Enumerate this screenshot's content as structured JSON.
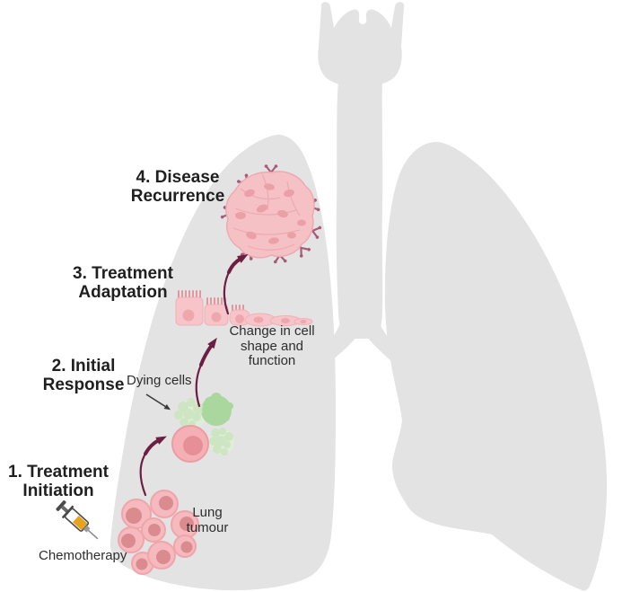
{
  "stages": [
    {
      "line1": "1. Treatment",
      "line2": "Initiation"
    },
    {
      "line1": "2. Initial",
      "line2": "Response"
    },
    {
      "line1": "3. Treatment",
      "line2": "Adaptation"
    },
    {
      "line1": "4. Disease",
      "line2": "Recurrence"
    }
  ],
  "annotations": {
    "chemotherapy": "Chemotherapy",
    "lung_tumour": {
      "line1": "Lung",
      "line2": "tumour"
    },
    "dying_cells": "Dying cells",
    "cell_change": {
      "line1": "Change in cell",
      "line2": "shape and",
      "line3": "function"
    }
  },
  "icons": {
    "syringe": "chemotherapy-syringe-icon",
    "arrows": "curved-progression-arrows",
    "receptors": "y-shaped-receptor-icons"
  },
  "colors": {
    "lung": "#e3e3e3",
    "arrow": "#6d1f42",
    "cell": "#f6b9bd",
    "cell_edge": "#eea6ab",
    "nucleus": "#d98b90",
    "cell2": "#f5b0b5",
    "cell2_nucleus": "#e78f97",
    "green": "#a9d79d",
    "green_light": "#cde5c3",
    "green_pale": "#dfeed6",
    "emt": "#f7c5c9",
    "emt_edge": "#f0b0b6",
    "emt_nucleus": "#eda7ad",
    "villi": "#e2959c",
    "t4": "#f6c1c5",
    "t4_edge": "#ecaab0",
    "t4_nucleus": "#eb9fa6",
    "receptor": "#a85b77",
    "text": "#1f1f1f",
    "annot": "#2d2d2d",
    "syringe_liquid": "#e5a31e"
  }
}
